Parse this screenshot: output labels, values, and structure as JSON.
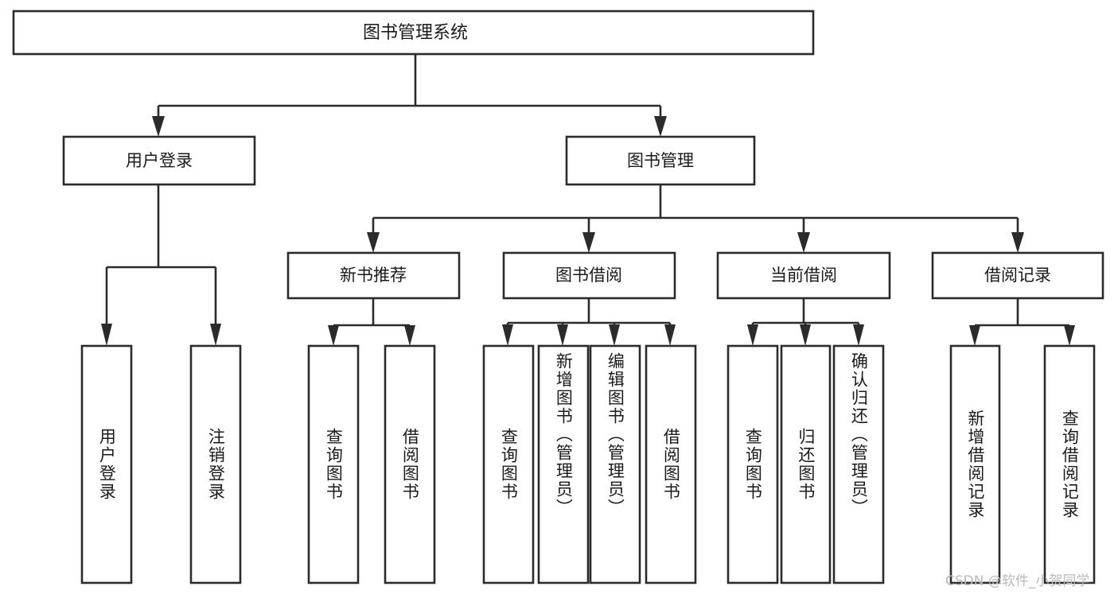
{
  "diagram": {
    "type": "tree-hierarchy",
    "title": "图书管理系统",
    "orientation": "top-down",
    "colors": {
      "box_stroke": "#2b2b2b",
      "box_fill": "#ffffff",
      "connector": "#2b2b2b",
      "text": "#1a1a1a",
      "watermark": "#b9b9b9",
      "background": "#ffffff"
    },
    "root": {
      "label": "图书管理系统"
    },
    "level2": [
      {
        "id": "user-login",
        "label": "用户登录"
      },
      {
        "id": "book-management",
        "label": "图书管理"
      }
    ],
    "level3": [
      {
        "id": "new-book-recommend",
        "label": "新书推荐",
        "parent": "book-management"
      },
      {
        "id": "book-borrow",
        "label": "图书借阅",
        "parent": "book-management"
      },
      {
        "id": "current-borrow",
        "label": "当前借阅",
        "parent": "book-management"
      },
      {
        "id": "borrow-record",
        "label": "借阅记录",
        "parent": "book-management"
      }
    ],
    "leaves": {
      "user_login": [
        {
          "id": "leaf-user-login",
          "label": "用户登录"
        },
        {
          "id": "leaf-logout-login",
          "label": "注销登录"
        }
      ],
      "new_book_recommend": [
        {
          "id": "leaf-query-book-1",
          "label": "查询图书"
        },
        {
          "id": "leaf-borrow-book-1",
          "label": "借阅图书"
        }
      ],
      "book_borrow": [
        {
          "id": "leaf-query-book-2",
          "label": "查询图书"
        },
        {
          "id": "leaf-add-book",
          "label": "新增图书（管理员）"
        },
        {
          "id": "leaf-edit-book",
          "label": "编辑图书（管理员）"
        },
        {
          "id": "leaf-borrow-book-2",
          "label": "借阅图书"
        }
      ],
      "current_borrow": [
        {
          "id": "leaf-query-book-3",
          "label": "查询图书"
        },
        {
          "id": "leaf-return-book",
          "label": "归还图书"
        },
        {
          "id": "leaf-confirm-return",
          "label": "确认归还（管理员）"
        }
      ],
      "borrow_record": [
        {
          "id": "leaf-add-record",
          "label": "新增借阅记录"
        },
        {
          "id": "leaf-query-record",
          "label": "查询借阅记录"
        }
      ]
    },
    "watermark": "CSDN @软件_小贺同学"
  }
}
